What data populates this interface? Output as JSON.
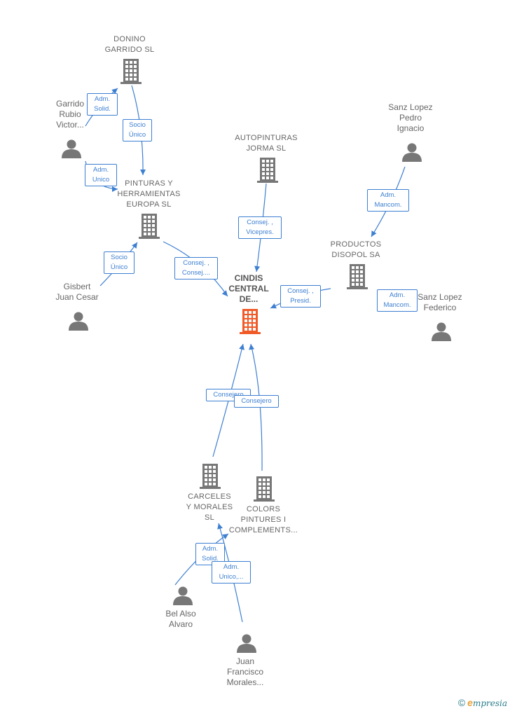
{
  "colors": {
    "edge": "#3d7fd1",
    "node": "#777777",
    "center_node": "#f05a28"
  },
  "companies": {
    "donino": "DONINO\nGARRIDO SL",
    "pinturas": "PINTURAS Y\nHERRAMIENTAS\nEUROPA SL",
    "autopinturas": "AUTOPINTURAS\nJORMA SL",
    "productos": "PRODUCTOS\nDISOPOL SA",
    "cindis": "CINDIS\nCENTRAL\nDE...",
    "carceles": "CARCELES\nY MORALES\nSL",
    "colors": "COLORS\nPINTURES I\nCOMPLEMENTS..."
  },
  "people": {
    "garrido": "Garrido\nRubio\nVictor...",
    "sanz_pedro": "Sanz Lopez\nPedro\nIgnacio",
    "gisbert": "Gisbert\nJuan Cesar",
    "sanz_federico": "Sanz Lopez\nFederico",
    "bel": "Bel Also\nAlvaro",
    "juan": "Juan\nFrancisco\nMorales..."
  },
  "edges": {
    "e1": "Adm.\nSolid.",
    "e2": "Socio\nÚnico",
    "e3": "Adm.\nUnico",
    "e4": "Adm.\nMancom.",
    "e5": "Consej. ,\nVicepres.",
    "e6": "Socio\nÚnico",
    "e7": "Consej. ,\nConsej....",
    "e8": "Consej. ,\nPresid.",
    "e9": "Adm.\nMancom.",
    "e10": "Consejero",
    "e11": "Consejero",
    "e12": "Adm.\nSolid.",
    "e13": "Adm.\nUnico,..."
  },
  "icons": {
    "company": "building-icon",
    "person": "person-icon"
  },
  "footer": {
    "copyright": "©",
    "brand_initial": "e",
    "brand_rest": "mpresia"
  }
}
